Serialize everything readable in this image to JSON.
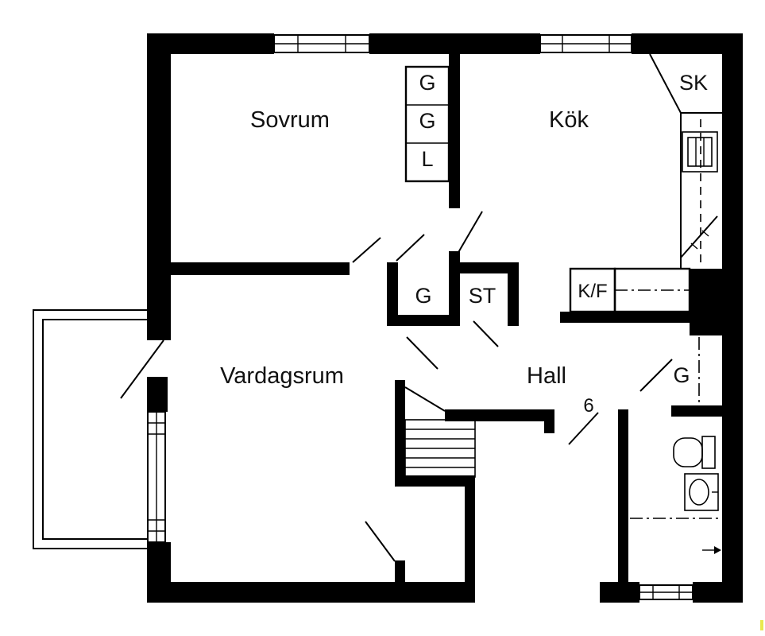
{
  "floorplan": {
    "rooms": {
      "sovrum": "Sovrum",
      "kok": "Kök",
      "vardagsrum": "Vardagsrum",
      "hall": "Hall"
    },
    "labels": {
      "closet_top_1": "G",
      "closet_top_2": "G",
      "closet_top_3": "L",
      "closet_mid_g": "G",
      "closet_mid_st": "ST",
      "fridge_freezer": "K/F",
      "corner_cabinet": "SK",
      "closet_bathroom": "G",
      "apartment_number": "6"
    },
    "colors": {
      "wall": "#000000",
      "background": "#ffffff",
      "artifact": "#e9e94f"
    }
  }
}
